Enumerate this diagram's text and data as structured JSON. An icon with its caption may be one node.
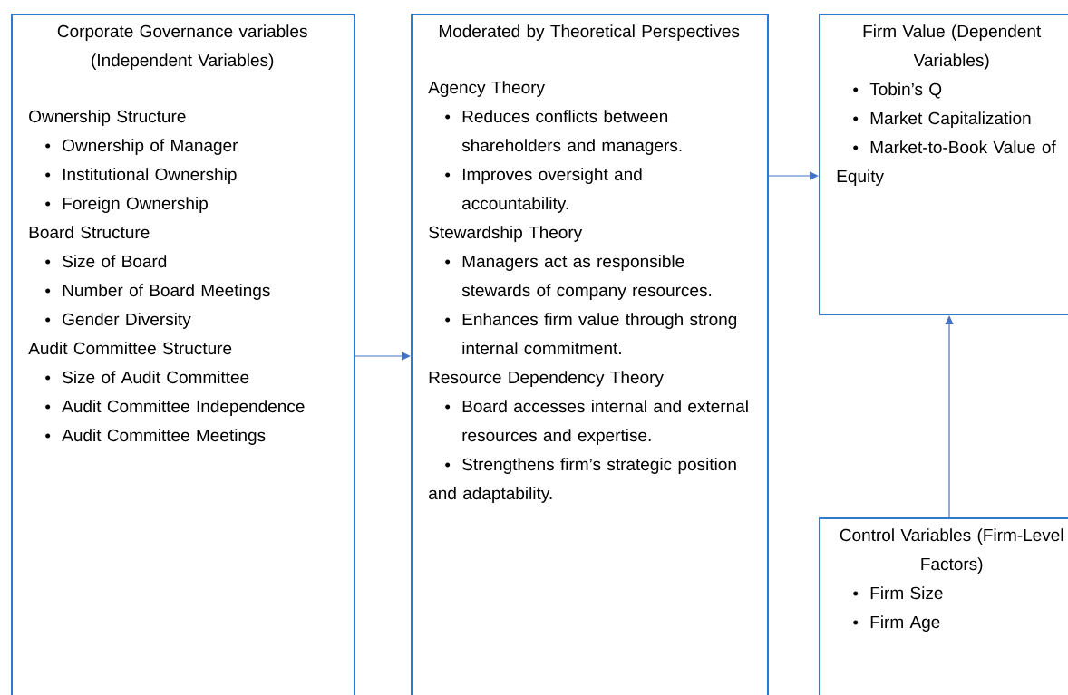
{
  "diagram": {
    "nodes": [
      {
        "text": [
          "Corporate Governance variables (Independent Variables)",
          "Ownership Structure",
          "Ownership of Manager",
          "Institutional Ownership",
          "Foreign Ownership",
          "Board Structure",
          "Size of Board",
          "Number of Board Meetings",
          "Gender Diversity",
          "Audit Committee Structure",
          "Size of Audit Committee",
          "Audit Committee Independence",
          "Audit Committee Meetings"
        ]
      },
      {
        "text": [
          "Moderated by Theoretical Perspectives",
          "Agency Theory",
          "Reduces conflicts between shareholders and managers.",
          "Improves oversight and accountability.",
          "Stewardship Theory",
          "Managers act as responsible stewards of company resources.",
          "Enhances firm value through strong internal commitment.",
          "Resource Dependency Theory",
          "Board accesses internal and external resources and expertise.",
          "Strengthens firm’s strategic position and adaptability."
        ]
      },
      {
        "text": [
          "Firm Value (Dependent Variables)",
          "Tobin’s Q",
          "Market Capitalization",
          "Market-to-Book Value of Equity"
        ]
      },
      {
        "text": [
          "Control Variables (Firm-Level Factors)",
          "Firm Size",
          "Firm Age"
        ]
      }
    ],
    "edges": [
      {
        "from": 0,
        "to": 1,
        "arrow": "to"
      },
      {
        "from": 1,
        "to": 2,
        "arrow": "to"
      },
      {
        "from": 3,
        "to": 2,
        "arrow": "to"
      }
    ]
  }
}
